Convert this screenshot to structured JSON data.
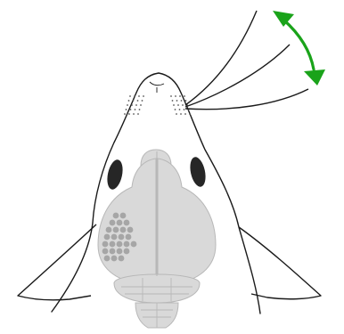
{
  "figure": {
    "subject": "mouse-head-dorsal-view",
    "elements": [
      "head-outline",
      "ears",
      "eyes",
      "brain",
      "barrel-field",
      "whisker-pad",
      "whiskers",
      "whisker-motion-arrow"
    ]
  },
  "colors": {
    "outline": "#1a1a1a",
    "eye": "#262626",
    "brain_fill": "#d9d9d9",
    "brain_stroke": "#b8b8b8",
    "barrel_fill": "#a6a6a6",
    "whisker_pad_dots": "#555555",
    "arrow": "#1aa31a"
  }
}
